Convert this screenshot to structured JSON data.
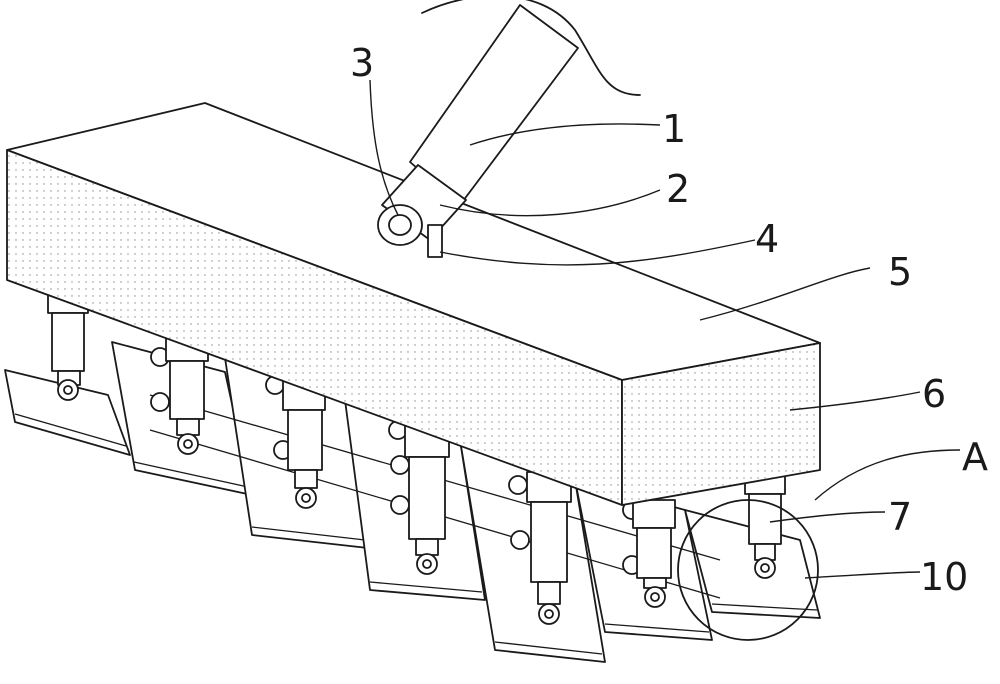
{
  "callouts": [
    {
      "id": "c1",
      "text": "1"
    },
    {
      "id": "c2",
      "text": "2"
    },
    {
      "id": "c3",
      "text": "3"
    },
    {
      "id": "c4",
      "text": "4"
    },
    {
      "id": "c5",
      "text": "5"
    },
    {
      "id": "c6",
      "text": "6"
    },
    {
      "id": "cA",
      "text": "A"
    },
    {
      "id": "c7",
      "text": "7"
    },
    {
      "id": "c10",
      "text": "10"
    }
  ]
}
